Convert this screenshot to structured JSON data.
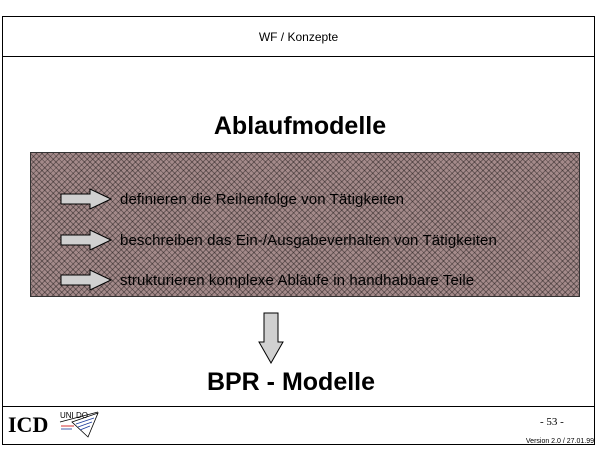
{
  "header": {
    "title": "WF / Konzepte"
  },
  "main": {
    "title": "Ablaufmodelle",
    "items": [
      {
        "text": "definieren die Reihenfolge von Tätigkeiten"
      },
      {
        "text": "beschreiben das Ein-/Ausgabeverhalten von Tätigkeiten"
      },
      {
        "text": "strukturieren komplexe Abläufe in handhabbare Teile"
      }
    ],
    "result": "BPR - Modelle"
  },
  "footer": {
    "logo_icd": "ICD",
    "logo_uni": "UNI DO",
    "page": "- 53 -",
    "version": "Version 2.0 / 27.01.99"
  },
  "colors": {
    "hatch": "#a48a8a",
    "arrow_fill": "#d0d0d0"
  }
}
